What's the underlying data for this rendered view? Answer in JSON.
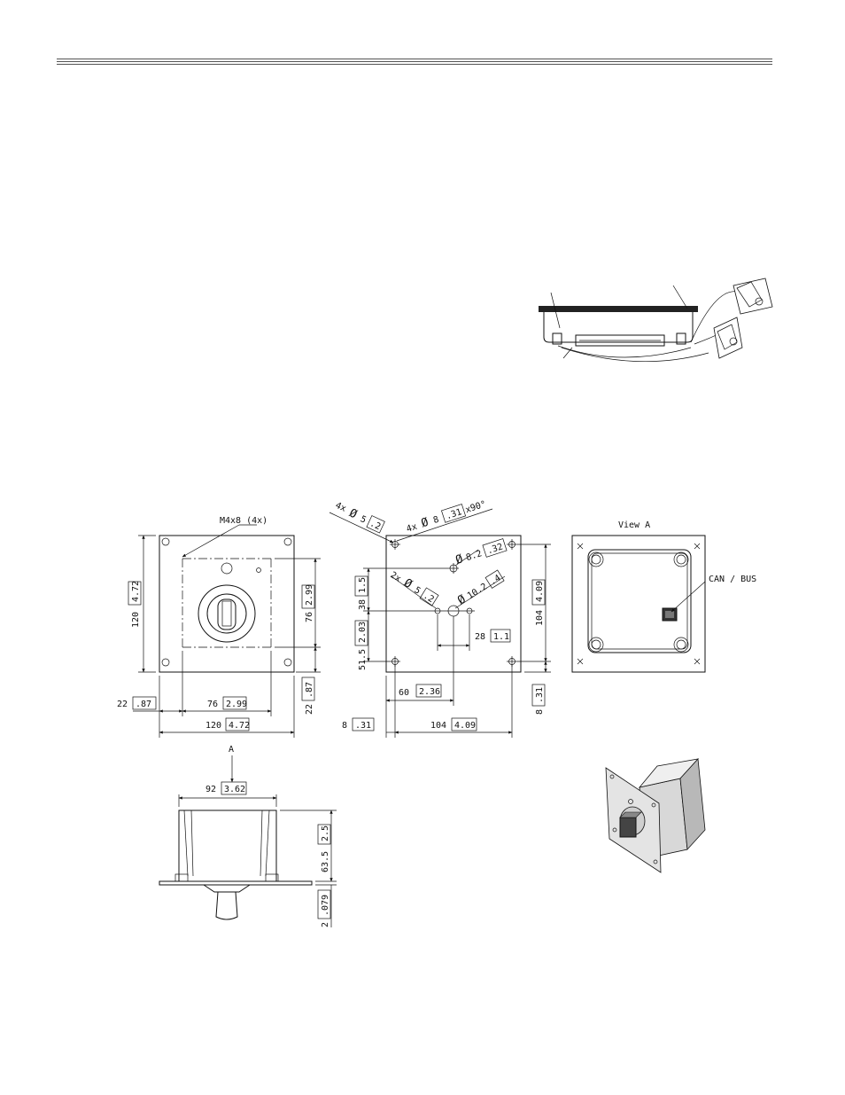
{
  "labels": {
    "thread_callout": "M4x8 (4x)",
    "view_a": "View A",
    "can_bus": "CAN / BUS",
    "arrow_a": "A",
    "hole_4x_d5": "4x",
    "hole_4x_d8": "4x",
    "hole_2x_d5": "2x",
    "d5": "5",
    "d5b": "5",
    "d8": "8",
    "d8_2": "8.2",
    "d10_2": "10.2",
    "x90": "x90°",
    "phi": "Ø"
  },
  "dims": {
    "front_height": {
      "mm": "120",
      "in": "4.72"
    },
    "front_width": {
      "mm": "120",
      "in": "4.72"
    },
    "front_inner_h": {
      "mm": "76",
      "in": "2.99"
    },
    "front_inner_w": {
      "mm": "76",
      "in": "2.99"
    },
    "front_left_off": {
      "mm": "22",
      "in": ".87"
    },
    "front_bottom_off": {
      "mm": "22",
      "in": ".87"
    },
    "cut_d5": {
      "in": ".2"
    },
    "cut_d8": {
      "in": ".31"
    },
    "cut_d8_2": {
      "in": ".32"
    },
    "cut_d5b": {
      "in": ".2"
    },
    "cut_d10_2": {
      "in": ".4"
    },
    "cut_38": {
      "mm": "38",
      "in": "1.5"
    },
    "cut_51_5": {
      "mm": "51.5",
      "in": "2.03"
    },
    "cut_104_v": {
      "mm": "104",
      "in": "4.09"
    },
    "cut_28": {
      "mm": "28",
      "in": "1.1"
    },
    "cut_60": {
      "mm": "60",
      "in": "2.36"
    },
    "cut_8_right": {
      "mm": "8",
      "in": ".31"
    },
    "cut_8_left": {
      "mm": "8",
      "in": ".31"
    },
    "cut_104_h": {
      "mm": "104",
      "in": "4.09"
    },
    "side_92": {
      "mm": "92",
      "in": "3.62"
    },
    "side_63_5": {
      "mm": "63.5",
      "in": "2.5"
    },
    "side_2": {
      "mm": "2",
      "in": ".079"
    }
  }
}
